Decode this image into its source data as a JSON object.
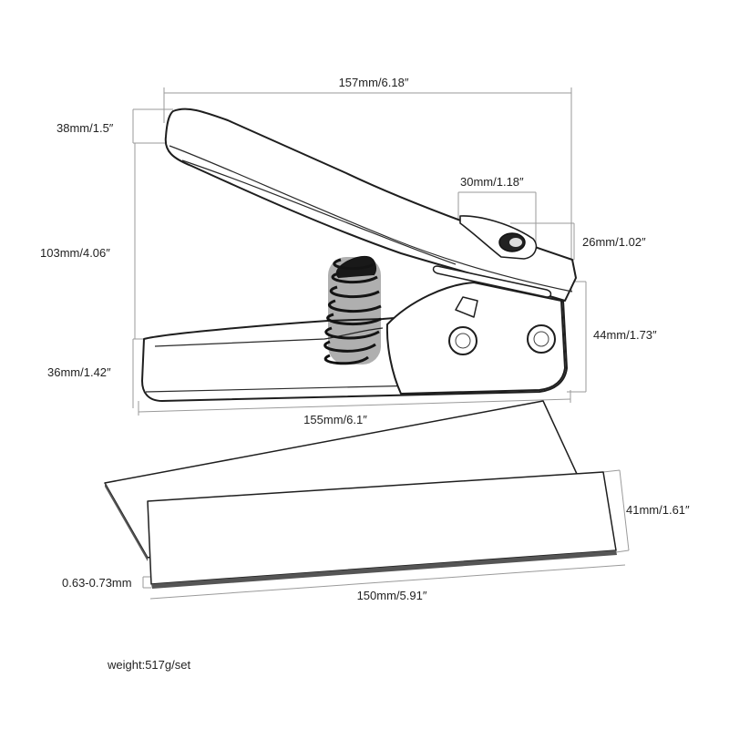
{
  "dimensions": {
    "total_length": "157mm/6.18″",
    "handle_thickness": "38mm/1.5″",
    "total_height": "103mm/4.06″",
    "slot_width": "30mm/1.18″",
    "slot_height": "26mm/1.02″",
    "head_height": "44mm/1.73″",
    "base_height": "36mm/1.42″",
    "base_length": "155mm/6.1″",
    "strip_width": "41mm/1.61″",
    "strip_thickness": "0.63-0.73mm",
    "strip_length": "150mm/5.91″"
  },
  "weight": "weight:517g/set"
}
